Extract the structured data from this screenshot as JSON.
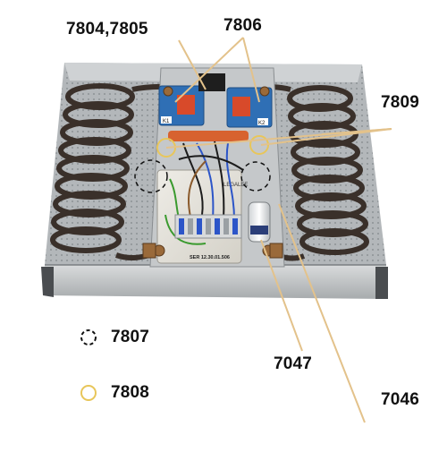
{
  "diagram": {
    "labels": {
      "relays": "7804,7805",
      "relay_group": "7806",
      "thermostat": "7809",
      "capacitor": "7047",
      "bracket": "7046"
    },
    "legend": [
      {
        "symbol": "dashed-circle",
        "code": "7807"
      },
      {
        "symbol": "yellow-circle",
        "code": "7808"
      }
    ],
    "plate_text": "SER 12.30.01.506",
    "brand_text": "LEGALEE",
    "relay_tags": [
      "K1",
      "K2"
    ],
    "colors": {
      "leader_line": "#e3c28b",
      "yellow_marker": "#e8c65a",
      "chassis": "#c9ccce",
      "coil": "#3a302a",
      "relay_blue": "#2f6fb5",
      "pcb": "#e4e2dc"
    }
  }
}
